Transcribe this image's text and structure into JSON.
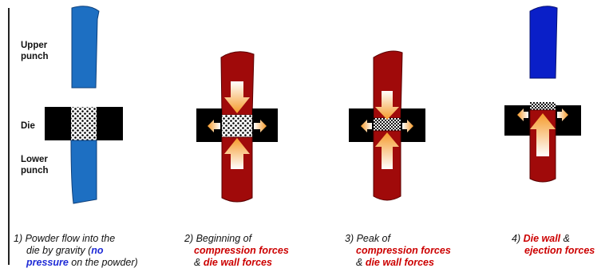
{
  "labels": {
    "upper_punch": [
      "Upper",
      "punch"
    ],
    "die": "Die",
    "lower_punch": [
      "Lower",
      "punch"
    ]
  },
  "captions": {
    "step1": {
      "line1": "1) Powder flow into the",
      "line2_a": "die by gravity (",
      "line2_b": "no",
      "line3_a": "pressure",
      "line3_b": " on the powder)"
    },
    "step2": {
      "line1": "2) Beginning of",
      "line2": "compression forces",
      "line3_a": "& ",
      "line3_b": "die wall forces"
    },
    "step3": {
      "line1": "3) Peak of",
      "line2": "compression forces",
      "line3_a": "& ",
      "line3_b": "die wall forces"
    },
    "step4": {
      "line1_a": "4) ",
      "line1_b": "Die wall",
      "line1_c": " &",
      "line2": "ejection forces"
    }
  },
  "colors": {
    "punch_blue": "#1d6fc2",
    "punch_blue_dark": "#0a1fc8",
    "punch_red": "#a00a0a",
    "die_black": "#000000",
    "caption_red": "#cc0000",
    "caption_blue": "#1f2bd6"
  }
}
